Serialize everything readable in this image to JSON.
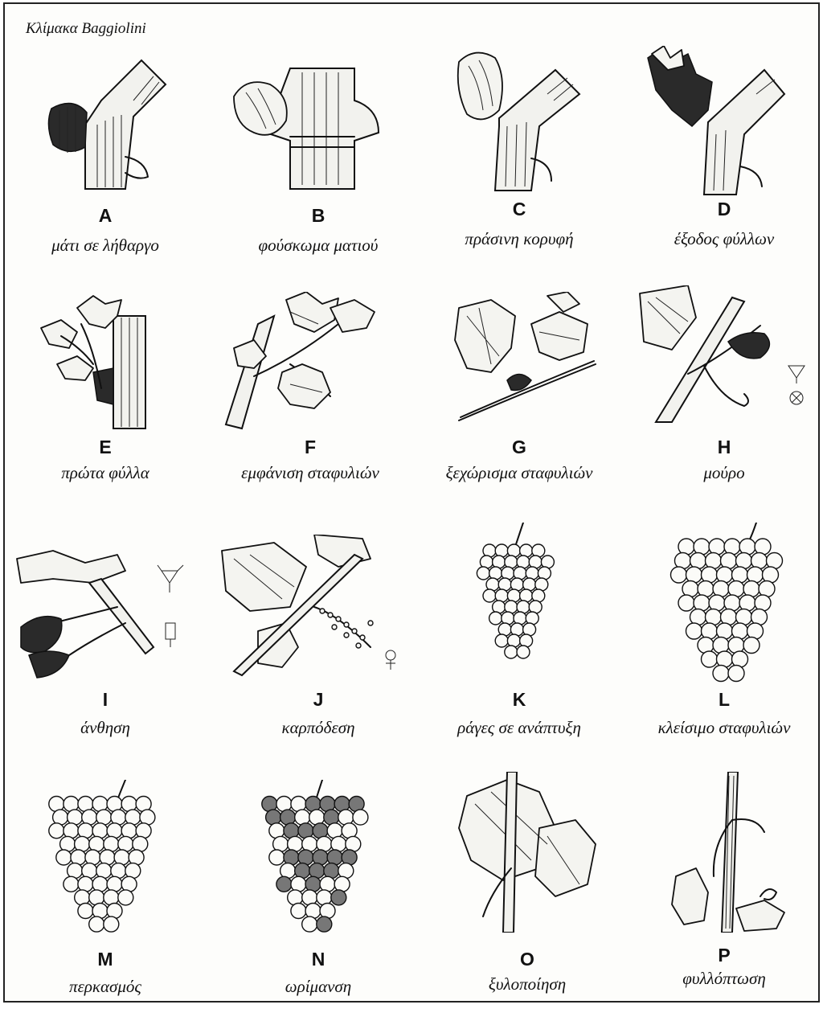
{
  "title": "Κλίμακα Baggiolini",
  "stages": [
    {
      "letter": "A",
      "name": "μάτι σε λήθαργο"
    },
    {
      "letter": "B",
      "name": "φούσκωμα ματιού"
    },
    {
      "letter": "C",
      "name": "πράσινη κορυφή"
    },
    {
      "letter": "D",
      "name": "έξοδος φύλλων"
    },
    {
      "letter": "E",
      "name": "πρώτα φύλλα"
    },
    {
      "letter": "F",
      "name": "εμφάνιση σταφυλιών"
    },
    {
      "letter": "G",
      "name": "ξεχώρισμα σταφυλιών"
    },
    {
      "letter": "H",
      "name": "μούρο"
    },
    {
      "letter": "I",
      "name": "άνθηση"
    },
    {
      "letter": "J",
      "name": "καρπόδεση"
    },
    {
      "letter": "K",
      "name": "ράγες σε ανάπτυξη"
    },
    {
      "letter": "L",
      "name": "κλείσιμο σταφυλιών"
    },
    {
      "letter": "M",
      "name": "περκασμός"
    },
    {
      "letter": "N",
      "name": "ωρίμανση"
    },
    {
      "letter": "O",
      "name": "ξυλοποίηση"
    },
    {
      "letter": "P",
      "name": "φυλλόπτωση"
    }
  ]
}
